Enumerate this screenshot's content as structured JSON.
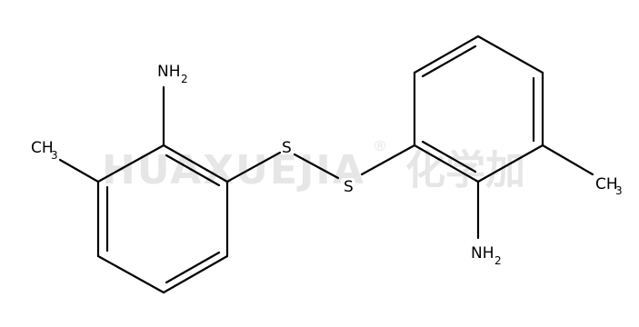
{
  "watermark": {
    "latin": "HUAXUEJIA",
    "registered": "®",
    "chinese": "化学加"
  },
  "atoms": {
    "s_left": "S",
    "s_right": "S",
    "nh2_top": {
      "main": "NH",
      "sub": "2"
    },
    "nh2_bottom": {
      "main": "NH",
      "sub": "2"
    },
    "ch3_left": {
      "main": "CH",
      "sub": "3"
    },
    "ch3_right": {
      "main": "CH",
      "sub": "3"
    }
  }
}
